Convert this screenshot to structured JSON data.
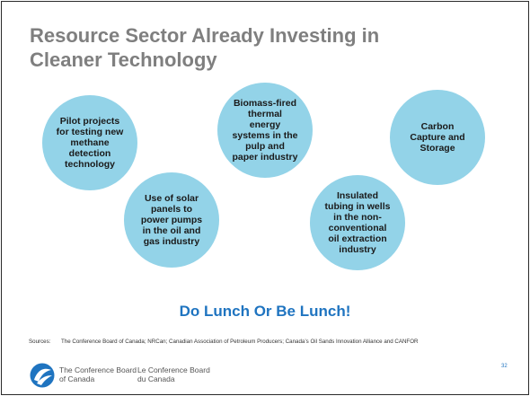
{
  "slide": {
    "title_line1": "Resource Sector Already Investing in",
    "title_line2": "Cleaner Technology",
    "circles": [
      {
        "text": "Pilot projects\nfor testing new\nmethane\ndetection\ntechnology"
      },
      {
        "text": "Biomass-fired\nthermal\nenergy\nsystems in the\npulp and\npaper industry"
      },
      {
        "text": "Carbon\nCapture and\nStorage"
      },
      {
        "text": "Use of solar\npanels to\npower pumps\nin the oil and\ngas industry"
      },
      {
        "text": "Insulated\ntubing in wells\nin the non-\nconventional\noil extraction\nindustry"
      }
    ],
    "tagline": "Do Lunch Or Be Lunch!",
    "sources_label": "Sources:",
    "sources_text": "The Conference Board of Canada; NRCan; Canadian Association of Petroleum Producers; Canada’s Oil Sands Innovation Alliance and CANFOR",
    "page_number": "32"
  },
  "footer": {
    "org_en": "The Conference Board\nof Canada",
    "org_fr": "Le Conference Board\ndu Canada",
    "logo_icon": "conference-board-logo-icon"
  },
  "colors": {
    "circle_fill": "#93d3e8",
    "title": "#7f7f7f",
    "tagline": "#1f74c0",
    "logo_blue": "#1f74c0"
  }
}
